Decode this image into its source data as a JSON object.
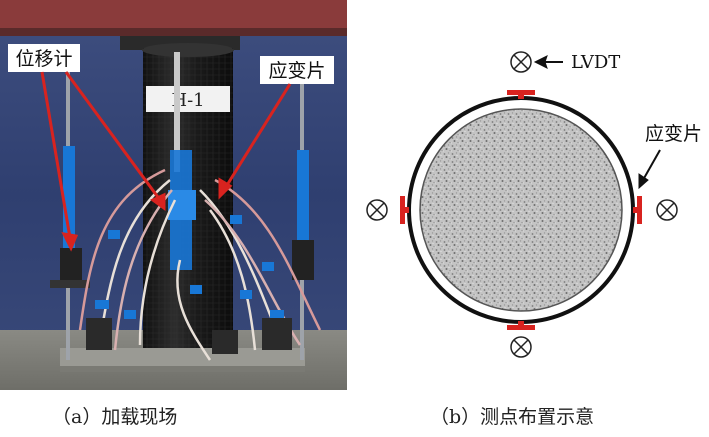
{
  "photo": {
    "specimen_label": "H-1",
    "label_displacement_meter": "位移计",
    "label_strain_gauge": "应变片"
  },
  "diagram": {
    "label_lvdt": "LVDT",
    "label_strain_gauge": "应变片"
  },
  "captions": {
    "a": "（a）加载现场",
    "b": "（b）测点布置示意"
  },
  "colors": {
    "annotation_red": "#d8231f",
    "gauge_red": "#d8231f",
    "specimen_black": "#1e1e1e",
    "tape_blue": "#1877d6"
  }
}
